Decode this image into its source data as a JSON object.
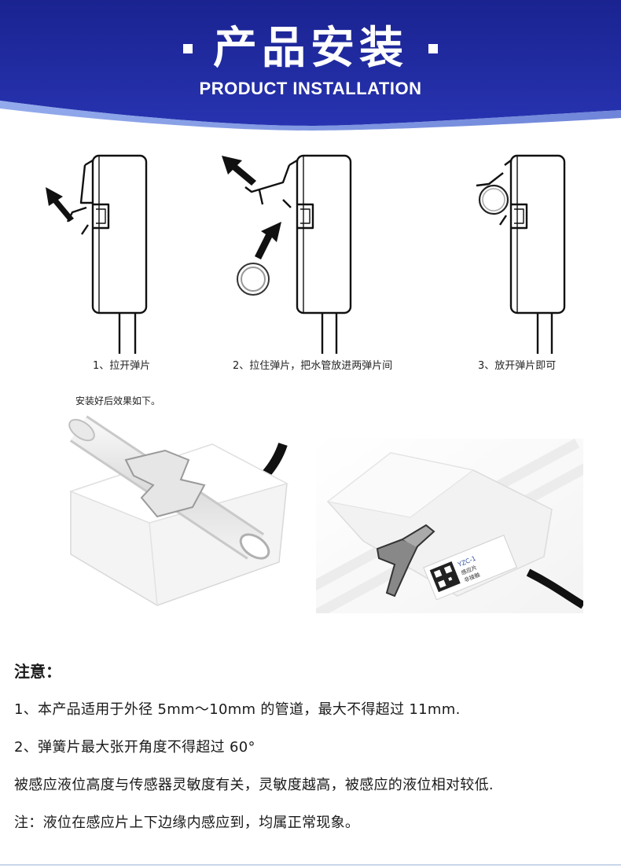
{
  "header": {
    "title": "产品安装",
    "subtitle": "PRODUCT INSTALLATION",
    "bg_color": "#1f2aa0",
    "accent_color": "#5a78d8"
  },
  "steps": [
    {
      "caption": "1、拉开弹片"
    },
    {
      "caption": "2、拉住弹片，把水管放进两弹片间"
    },
    {
      "caption": "3、放开弹片即可"
    }
  ],
  "after_install_note": "安装好后效果如下。",
  "product_label": {
    "line1": "YZC-1",
    "line2": "感应片",
    "line3": "非接触"
  },
  "notes": {
    "heading": "注意：",
    "lines": [
      "1、本产品适用于外径 5mm～10mm 的管道，最大不得超过 11mm.",
      "2、弹簧片最大张开角度不得超过 60°",
      "被感应液位高度与传感器灵敏度有关，灵敏度越高，被感应的液位相对较低.",
      "注：液位在感应片上下边缘内感应到，均属正常现象。"
    ]
  }
}
